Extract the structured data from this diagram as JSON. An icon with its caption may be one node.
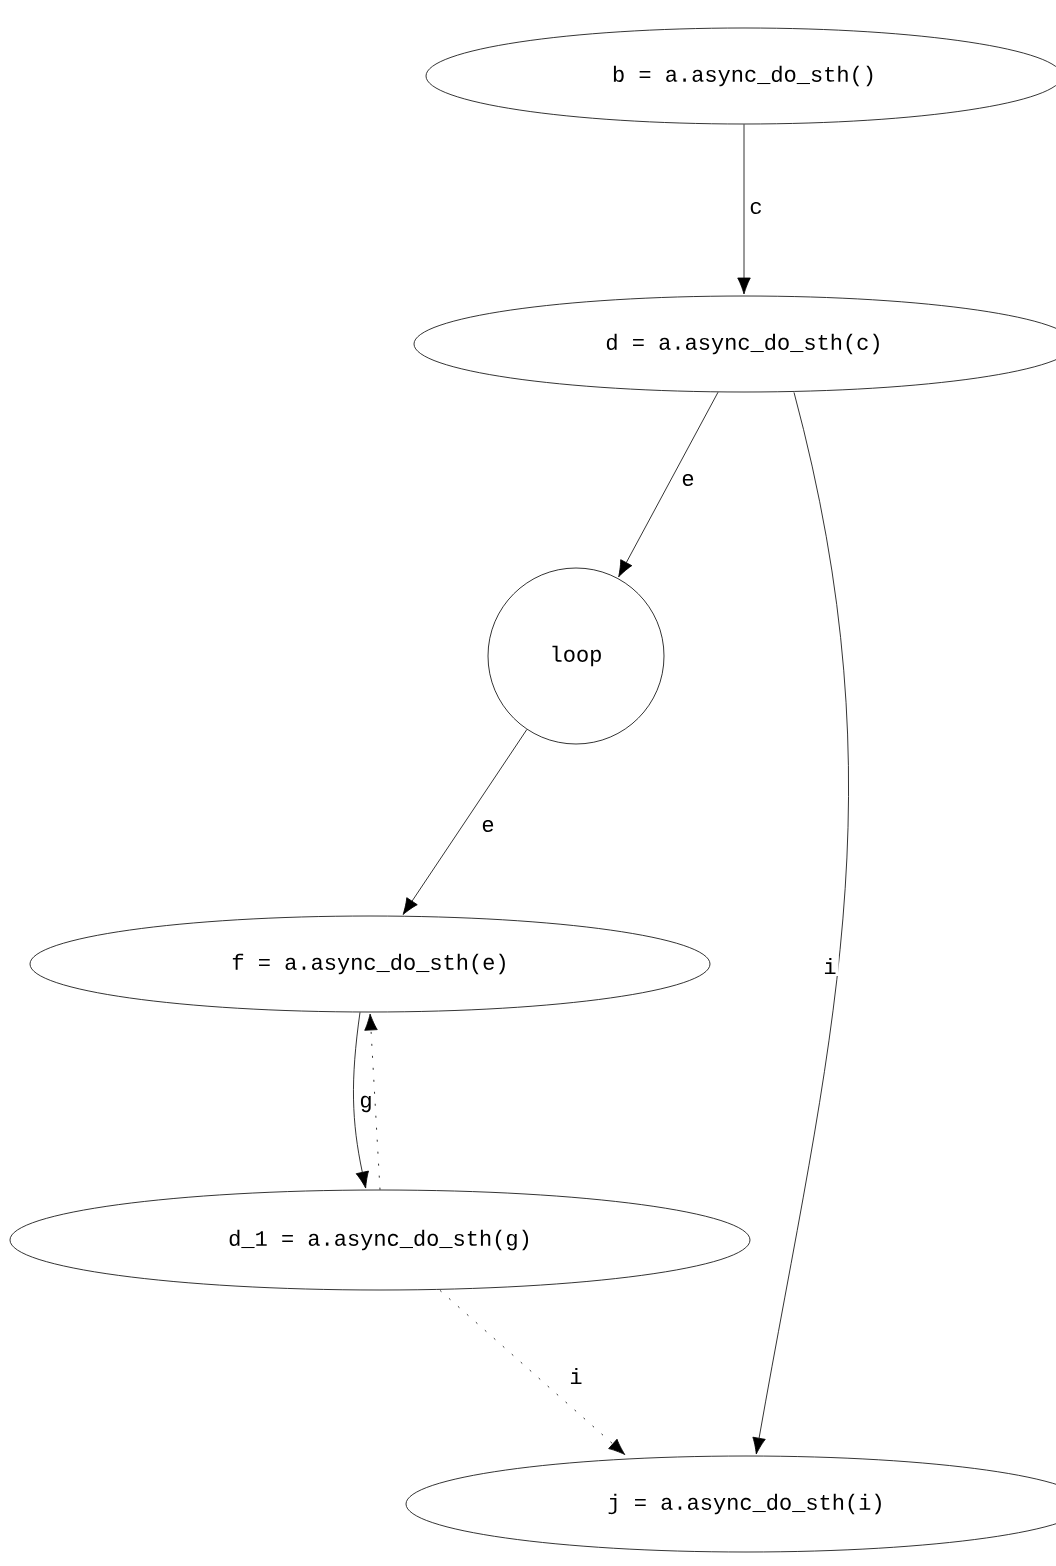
{
  "diagram": {
    "nodes": [
      {
        "text": [
          "b = a.async_do_sth()"
        ]
      },
      {
        "text": [
          "d = a.async_do_sth(c)"
        ]
      },
      {
        "text": [
          "loop"
        ]
      },
      {
        "text": [
          "f = a.async_do_sth(e)"
        ]
      },
      {
        "text": [
          "d_1 = a.async_do_sth(g)"
        ]
      },
      {
        "text": [
          "j = a.async_do_sth(i)"
        ]
      }
    ],
    "edges": [
      {
        "from": 0,
        "to": 1,
        "arrow": "to",
        "label": "c"
      },
      {
        "from": 1,
        "to": 2,
        "arrow": "to",
        "label": "e"
      },
      {
        "from": 2,
        "to": 3,
        "arrow": "to",
        "label": "e"
      },
      {
        "from": 3,
        "to": 4,
        "arrow": "to",
        "label": "g"
      },
      {
        "from": 4,
        "to": 3,
        "arrow": "to",
        "style": "dashed"
      },
      {
        "from": 1,
        "to": 5,
        "arrow": "to",
        "label": "i"
      },
      {
        "from": 4,
        "to": 5,
        "arrow": "to",
        "label": "i",
        "style": "dashed"
      }
    ]
  }
}
